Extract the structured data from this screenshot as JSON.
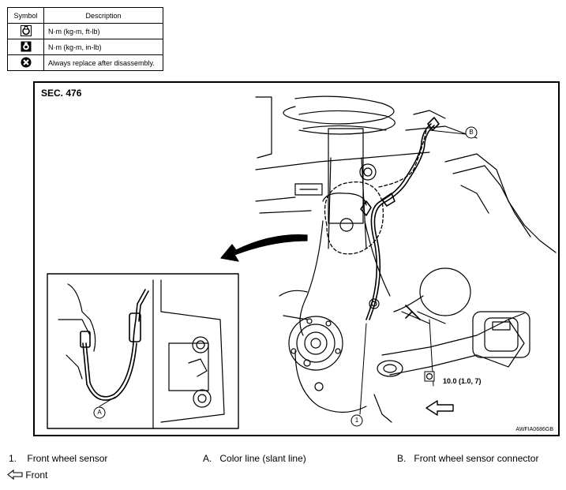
{
  "symbol_table": {
    "header": {
      "symbol": "Symbol",
      "description": "Description"
    },
    "rows": [
      {
        "icon": "torque-wrench-nm-icon",
        "description": "N·m (kg-m, ft-lb)"
      },
      {
        "icon": "torque-wrench-in-lb-icon",
        "description": "N·m (kg-m, in-lb)"
      },
      {
        "icon": "replace-part-icon",
        "description": "Always replace after disassembly."
      }
    ]
  },
  "diagram": {
    "section": "SEC. 476",
    "figure_id": "AWFIA0686GB",
    "torque_spec": "10.0 (1.0, 7)",
    "callouts": {
      "one": "1",
      "a": "A",
      "b": "B"
    }
  },
  "legend": {
    "items": [
      {
        "number": "1.",
        "label": "Front wheel sensor"
      },
      {
        "number": "A.",
        "label": "Color line (slant line)"
      },
      {
        "number": "B.",
        "label": "Front wheel sensor connector"
      }
    ],
    "front_label": "Front"
  }
}
